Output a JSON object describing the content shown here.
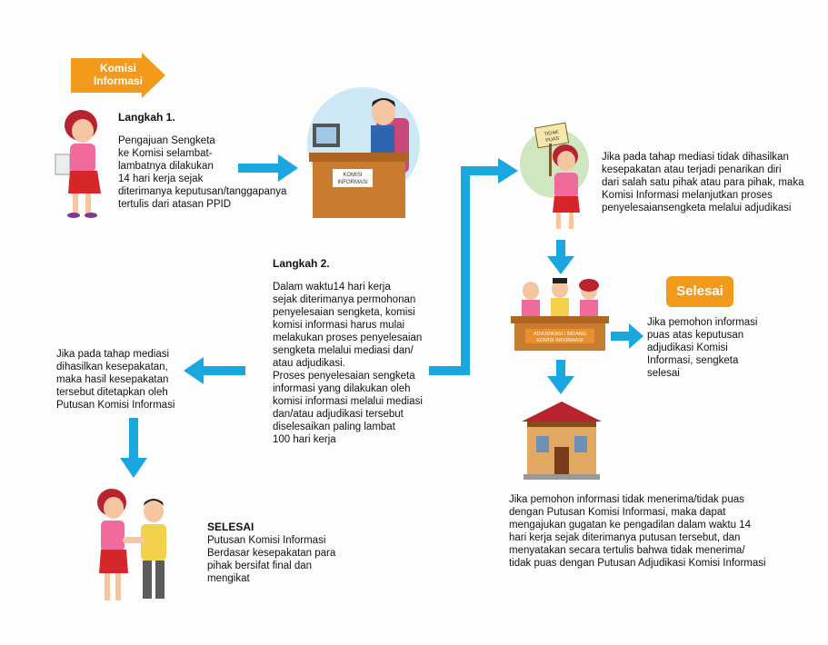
{
  "start_tag": {
    "line1": "Komisi",
    "line2": "Informasi"
  },
  "step1": {
    "title": "Langkah 1.",
    "body": "Pengajuan Sengketa\nke Komisi selambat-\nlambatnya dilakukan\n14 hari kerja sejak\nditerimanya keputusan/tanggapanya\ntertulis dari atasan PPID"
  },
  "desk_label": "KOMISI\nINFORMASI",
  "sign_label": "TIDAK\nPUAS",
  "step2": {
    "title": "Langkah 2.",
    "body": "Dalam waktu14 hari kerja\nsejak diterimanya permohonan\npenyelesaian sengketa, komisi\nkomisi informasi harus mulai\nmelakukan proses penyelesaian\nsengketa melalui mediasi dan/\natau adjudikasi.\nProses penyelesaian sengketa\ninformasi yang dilakukan oleh\nkomisi informasi melalui mediasi\ndan/atau adjudikasi tersebut\ndiselesaikan paling lambat\n100 hari kerja"
  },
  "mediation_fail": "Jika pada tahap mediasi tidak dihasilkan\nkesepakatan atau terjadi penarikan diri\ndari salah satu pihak atau para pihak, maka\nKomisi Informasi melanjutkan proses\npenyelesaiansengketa melalui adjudikasi",
  "mediation_success": "Jika pada tahap mediasi\ndihasilkan kesepakatan,\nmaka hasil kesepakatan\ntersebut ditetapkan oleh\nPutusan Komisi Informasi",
  "adjudication_banner": "ADJUDIKASI / SIDANG\nKOMISI INFORMASI",
  "selesai_badge": "Selesai",
  "satisfied": "Jika pemohon informasi\npuas atas keputusan\nadjudikasi Komisi\nInformasi, sengketa\nselesai",
  "court": "Jika pemohon informasi tidak menerima/tidak puas\ndengan Putusan Komisi Informasi, maka dapat\nmengajukan gugatan ke pengadilan dalam waktu 14\nhari kerja sejak diterimanya putusan tersebut, dan\nmenyatakan secara tertulis bahwa tidak menerima/\ntidak puas dengan Putusan Adjudikasi Komisi Informasi",
  "final": {
    "title": "SELESAI",
    "body": "Putusan Komisi Informasi\nBerdasar kesepakatan para\npihak bersifat final dan\nmengikat"
  },
  "colors": {
    "arrow": "#1aa6df",
    "orange": "#f39a1d",
    "desk": "#c97b2e",
    "shirt_pink": "#f06b9b"
  }
}
